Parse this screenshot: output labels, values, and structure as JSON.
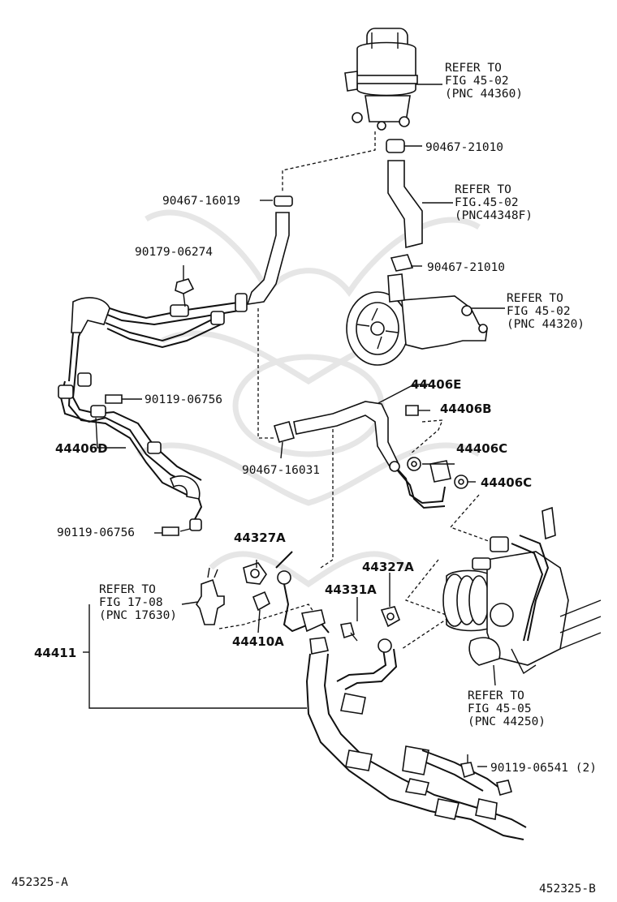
{
  "labels": {
    "reservoir_refer": [
      "REFER TO",
      "FIG 45-02",
      "(PNC 44360)"
    ],
    "clamp_top": "90467-21010",
    "hose_refer": [
      "REFER TO",
      "FIG.45-02",
      "(PNC44348F)"
    ],
    "clamp_left": "90467-16019",
    "nut": "90179-06274",
    "clamp_mid": "90467-21010",
    "pump_refer": [
      "REFER TO",
      "FIG 45-02",
      "(PNC 44320)"
    ],
    "hose_e": "44406E",
    "bolt_b": "44406B",
    "gasket_c1": "44406C",
    "gasket_c2": "44406C",
    "bolt_1": "90119-06756",
    "tube_d": "44406D",
    "clamp_low": "90467-16031",
    "bolt_2": "90119-06756",
    "gasket_a1": "44327A",
    "gasket_a2": "44327A",
    "sensor_refer": [
      "REFER TO",
      "FIG 17-08",
      "(PNC 17630)"
    ],
    "union_bolt": "44331A",
    "union": "44410A",
    "assembly": "44411",
    "gear_refer": [
      "REFER TO",
      "FIG 45-05",
      "(PNC 44250)"
    ],
    "bolt_3": "90119-06541 (2)",
    "footer_left": "452325-A",
    "footer_right": "452325-B"
  }
}
